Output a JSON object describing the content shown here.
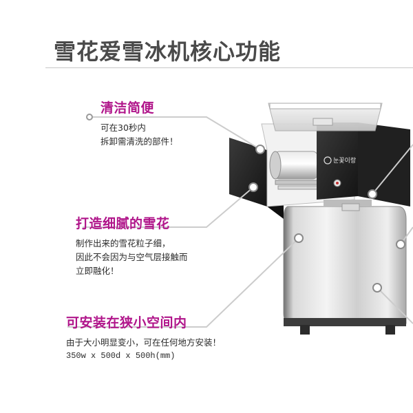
{
  "title": "雪花爱雪冰机核心功能",
  "accent_color": "#b0158a",
  "brand_plate": "눈꽃이랑",
  "features": [
    {
      "heading": "清洁简便",
      "lines": [
        "可在30秒内",
        "拆卸需清洗的部件！"
      ]
    },
    {
      "heading": "打造细腻的雪花",
      "lines": [
        "制作出来的雪花粒子细，",
        "因此不会因为与空气层接触而",
        "立即融化！"
      ]
    },
    {
      "heading": "可安装在狭小空间内",
      "lines": [
        "由于大小明显变小，可在任何地方安装！"
      ],
      "dimensions": "350w x 500d x 500h(mm)"
    }
  ]
}
